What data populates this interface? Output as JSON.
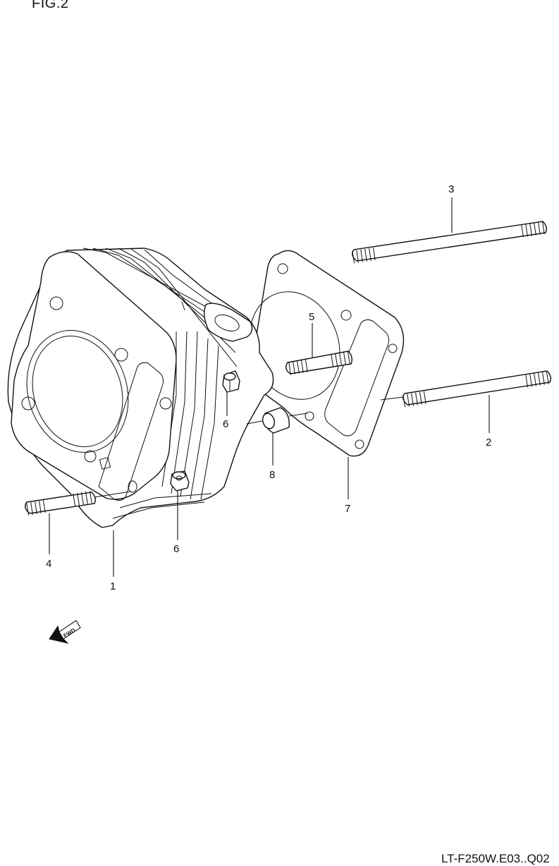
{
  "figure": {
    "title": "FIG.2",
    "code": "LT-F250W.E03..Q02"
  },
  "fwd_label": "FWD",
  "callouts": [
    {
      "id": "1",
      "label": "1"
    },
    {
      "id": "2",
      "label": "2"
    },
    {
      "id": "3",
      "label": "3"
    },
    {
      "id": "4",
      "label": "4"
    },
    {
      "id": "5",
      "label": "5"
    },
    {
      "id": "6a",
      "label": "6"
    },
    {
      "id": "6b",
      "label": "6"
    },
    {
      "id": "7",
      "label": "7"
    },
    {
      "id": "8",
      "label": "8"
    }
  ]
}
